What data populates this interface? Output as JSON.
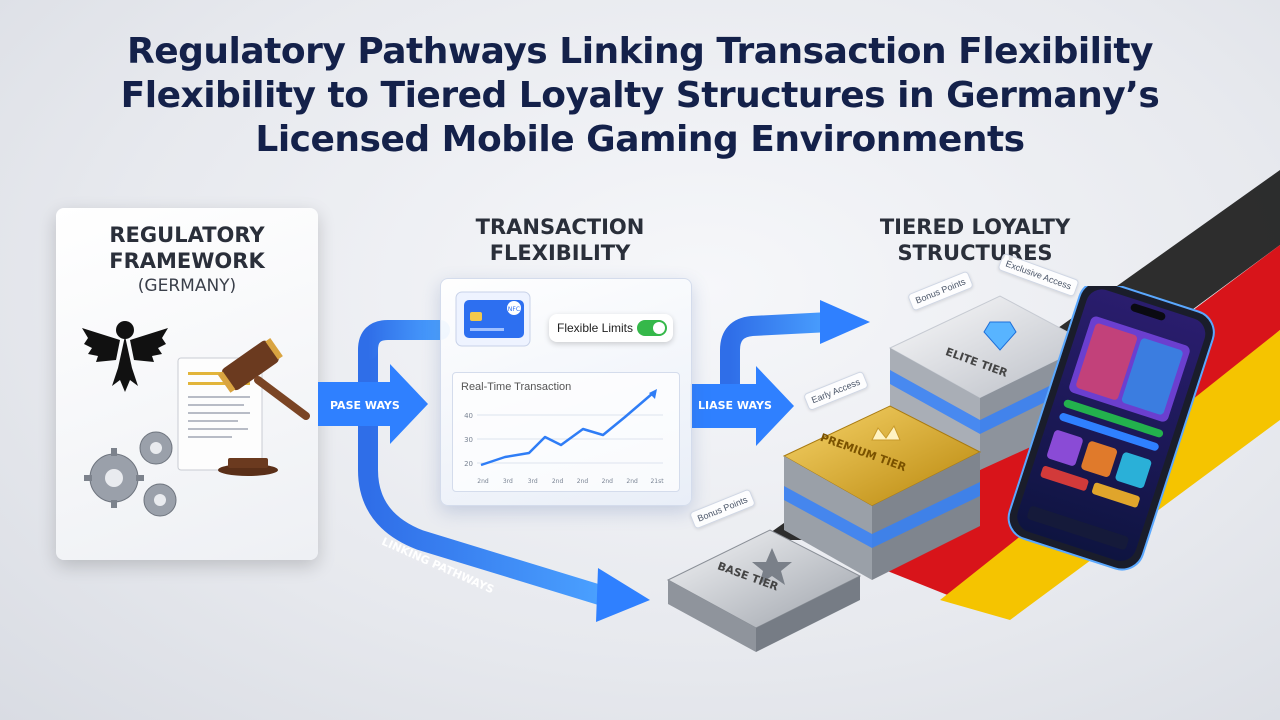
{
  "title": {
    "line1": "Regulatory Pathways Linking Transaction Flexibility",
    "line2": "Flexibility to Tiered Loyalty Structures in Germany’s",
    "line3": "Licensed Mobile Gaming Environments"
  },
  "regulatory": {
    "heading_line1": "REGULATORY",
    "heading_line2": "FRAMEWORK",
    "heading_sub": "(GERMANY)"
  },
  "transaction": {
    "heading_line1": "TRANSACTION",
    "heading_line2": "FLEXIBILITY",
    "card_label": "NFC",
    "toggle_label": "Flexible Limits",
    "chart_title": "Real-Time Transaction",
    "y_ticks": [
      "40",
      "30",
      "20"
    ],
    "x_ticks": [
      "2nd",
      "3rd",
      "3rd",
      "2nd",
      "2nd",
      "2nd",
      "2nd",
      "21st"
    ]
  },
  "loyalty": {
    "heading_line1": "TIERED LOYALTY",
    "heading_line2": "STRUCTURES",
    "tiers": [
      "BASE TIER",
      "PREMIUM TIER",
      "ELITE TIER"
    ],
    "chips": [
      "Bonus Points",
      "Bonus Points",
      "Exclusive Access",
      "Early Access"
    ]
  },
  "flows": {
    "upper_left": "PASE WAYS",
    "upper_right": "LIASE WAYS",
    "lower": "LINKING PATHWAYS"
  },
  "colors": {
    "title": "#14214a",
    "flow_blue": "#2f80ff",
    "flag_black": "#1a1a1a",
    "flag_red": "#d8141a",
    "flag_gold": "#f5c400"
  }
}
